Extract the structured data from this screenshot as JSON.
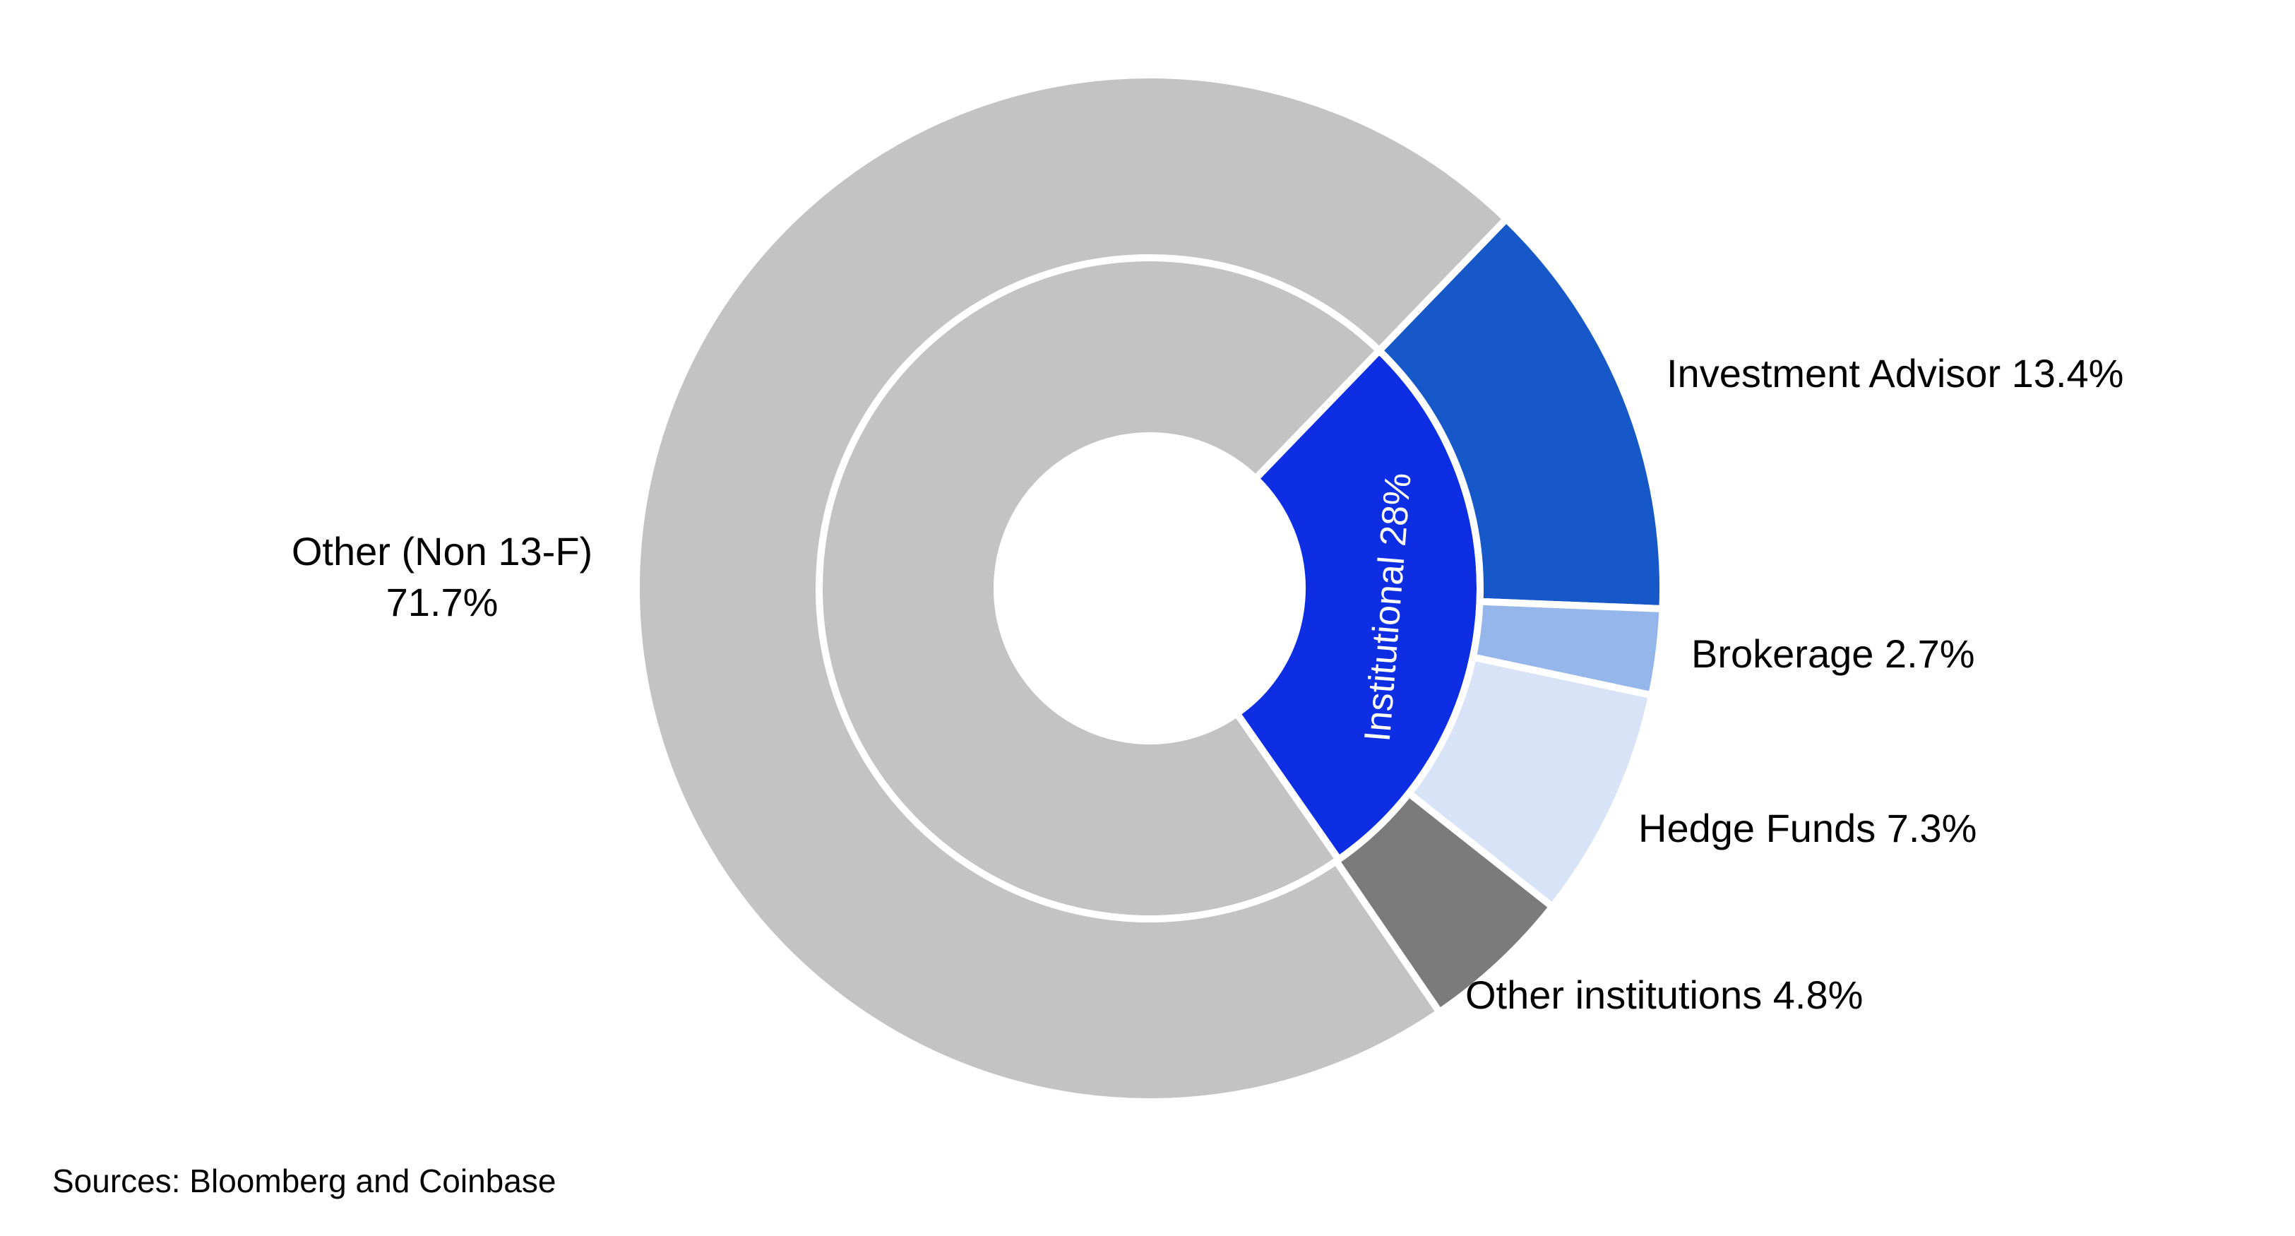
{
  "chart_data": {
    "type": "donut",
    "subtype": "nested-two-ring",
    "start_angle_deg": 44,
    "direction": "clockwise",
    "rings": [
      {
        "name": "inner",
        "segments": [
          {
            "label": "Institutional",
            "value": 28,
            "color": "#0D2EE2"
          },
          {
            "label": "Other (Non 13-F)",
            "value": 71.7,
            "color": "#C3C3C3"
          }
        ]
      },
      {
        "name": "outer",
        "segments": [
          {
            "label": "Investment Advisor",
            "value": 13.4,
            "color": "#1658C8"
          },
          {
            "label": "Brokerage",
            "value": 2.7,
            "color": "#94B6EA"
          },
          {
            "label": "Hedge Funds",
            "value": 7.3,
            "color": "#D9E3F8"
          },
          {
            "label": "Other institutions",
            "value": 4.8,
            "color": "#7B7B7B"
          },
          {
            "label": "Other (Non 13-F)",
            "value": 71.7,
            "color": "#C3C3C3"
          }
        ]
      }
    ],
    "legend_position": "none",
    "grid": false,
    "source": "Sources: Bloomberg and Coinbase"
  },
  "labels": {
    "institutional": "Institutional 28%",
    "other_line1": "Other (Non 13-F)",
    "other_line2": "71.7%",
    "investment_advisor": "Investment Advisor 13.4%",
    "brokerage": "Brokerage 2.7%",
    "hedge_funds": "Hedge Funds 7.3%",
    "other_institutions": "Other institutions 4.8%",
    "source": "Sources: Bloomberg and Coinbase"
  },
  "colors": {
    "institutional_blue": "#0D2EE2",
    "investment_advisor_blue": "#1658C8",
    "brokerage_blue": "#94B6EA",
    "hedge_funds_blue": "#D9E3F8",
    "other_institutions_gray": "#7B7B7B",
    "other_gray": "#C3C3C3",
    "separator_white": "#FFFFFF",
    "text_black": "#000000"
  }
}
